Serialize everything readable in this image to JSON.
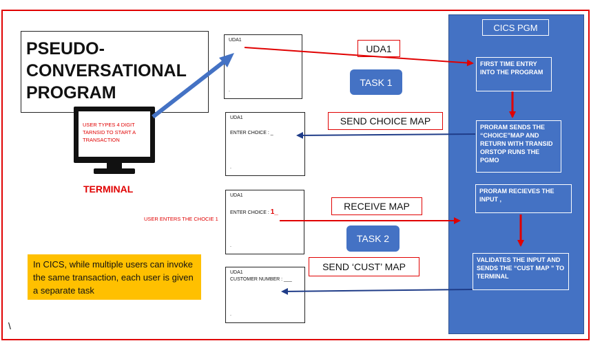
{
  "title": {
    "line1": "PSEUDO-",
    "line2": "CONVERSATIONAL",
    "line3": "PROGRAM"
  },
  "terminal": {
    "screen_text": "USER TYPES 4 DIGIT TARNSID TO START A TRANSACTION",
    "label": "TERMINAL"
  },
  "maps": [
    {
      "header": "UDA1",
      "line": "",
      "dot": "."
    },
    {
      "header": "UDA1",
      "line": "ENTER  CHOICE :  _",
      "dot": "."
    },
    {
      "header": "UDA1",
      "line_prefix": "ENTER  CHOICE : ",
      "line_value": "1_",
      "dot": "."
    },
    {
      "header": "UDA1",
      "line": "CUSTOMER  NUMBER : ___",
      "dot": "."
    }
  ],
  "labels": {
    "uda1": "UDA1",
    "send_choice_map": "SEND CHOICE MAP",
    "receive_map": "RECEIVE MAP",
    "send_cust_map": "SEND ‘CUST’  MAP",
    "task1": "TASK 1",
    "task2": "TASK 2",
    "user_enters": "USER ENTERS THE CHOCIE 1"
  },
  "cics": {
    "title": "CICS PGM",
    "steps": [
      "FIRST TIME ENTRY INTO THE PROGRAM",
      "PRORAM SENDS THE “CHOICE”MAP AND RETURN WITH TRANSID  ORSTOP RUNS THE PGMO",
      "PRORAM RECIEVES THE INPUT ,",
      "VALIDATES THE INPUT AND SENDS THE “CUST MAP ”  TO TERMINAL"
    ]
  },
  "note": "In CICS, while multiple  users can invoke the same transaction, each user is given a separate task",
  "misc": {
    "backslash": "\\"
  },
  "colors": {
    "red": "#e00000",
    "blue": "#4472c4",
    "dark_blue": "#1f3c88",
    "orange": "#ffc000"
  }
}
